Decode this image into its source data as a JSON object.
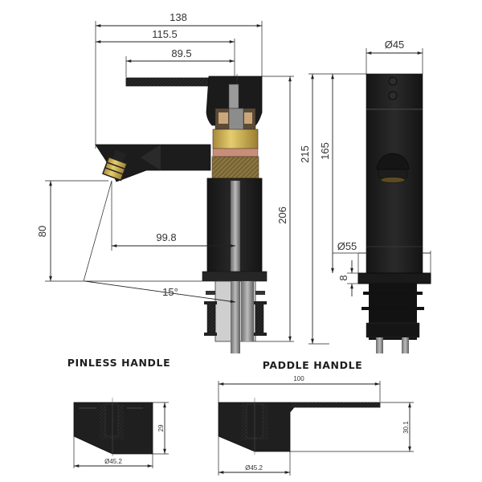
{
  "drawing": {
    "type": "technical-dimension-drawing",
    "subject": "basin mixer tap"
  },
  "side_view": {
    "dimensions": {
      "overall_width": "138",
      "spout_width": "115.5",
      "handle_width": "89.5",
      "overall_height": "215",
      "body_height": "206",
      "spout_height": "80",
      "outlet_reach": "99.8",
      "angle": "15°"
    }
  },
  "front_view": {
    "dimensions": {
      "top_diameter": "Ø45",
      "base_diameter": "Ø55",
      "outlet_height": "165",
      "base_thickness": "8"
    }
  },
  "pinless_handle": {
    "title": "PINLESS HANDLE",
    "dimensions": {
      "height": "29",
      "diameter": "Ø45.2"
    }
  },
  "paddle_handle": {
    "title": "PADDLE  HANDLE",
    "dimensions": {
      "length": "100",
      "height": "30.1",
      "diameter": "Ø45.2"
    }
  },
  "colors": {
    "body": "#1c1c1c",
    "brass": "#c9a94a",
    "copper": "#c98e7a",
    "steel": "#8a8a8a",
    "dimension_line": "#222222"
  }
}
